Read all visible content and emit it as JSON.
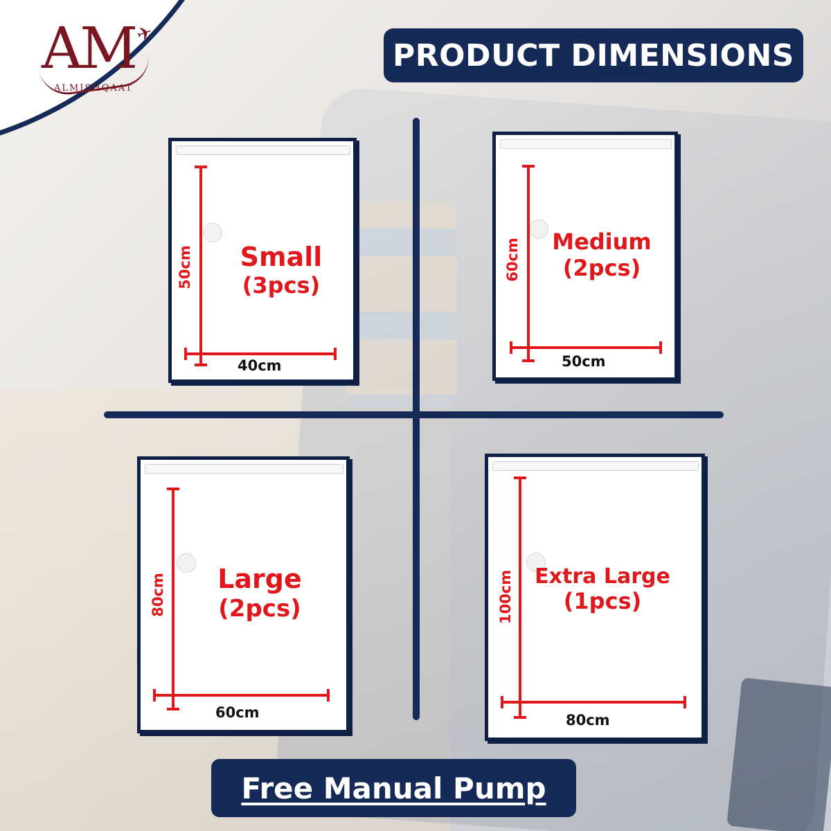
{
  "brand": {
    "logo_mark": "AM",
    "name": "ALMISHQAAT",
    "plane_icon": "airplane-icon",
    "color": "#7a1522"
  },
  "header": {
    "title": "PRODUCT DIMENSIONS"
  },
  "accent_color": "#162a57",
  "dimension_color": "#e0171b",
  "bags": [
    {
      "size": "Small",
      "count": "(3pcs)",
      "height": "50cm",
      "width": "40cm"
    },
    {
      "size": "Medium",
      "count": "(2pcs)",
      "height": "60cm",
      "width": "50cm"
    },
    {
      "size": "Large",
      "count": "(2pcs)",
      "height": "80cm",
      "width": "60cm"
    },
    {
      "size": "Extra Large",
      "count": "(1pcs)",
      "height": "100cm",
      "width": "80cm"
    }
  ],
  "footer": {
    "label": "Free Manual Pump"
  }
}
